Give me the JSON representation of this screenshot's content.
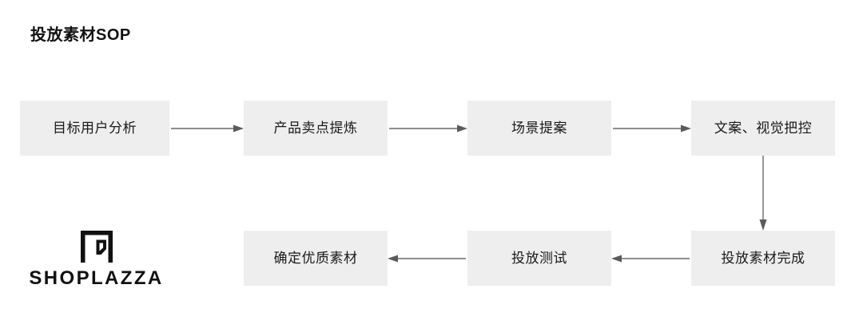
{
  "page": {
    "title": "投放素材SOP",
    "background_color": "#ffffff",
    "node_fill_color": "#eeeeee",
    "text_color": "#1a1a1a",
    "connector_color": "#6a6a6a"
  },
  "diagram": {
    "type": "flowchart",
    "orientation": "serpentine",
    "rows": 2,
    "nodes": [
      {
        "id": "n1",
        "label": "目标用户分析",
        "row": 1,
        "order": 1
      },
      {
        "id": "n2",
        "label": "产品卖点提炼",
        "row": 1,
        "order": 2
      },
      {
        "id": "n3",
        "label": "场景提案",
        "row": 1,
        "order": 3
      },
      {
        "id": "n4",
        "label": "文案、视觉把控",
        "row": 1,
        "order": 4
      },
      {
        "id": "n7",
        "label": "投放素材完成",
        "row": 2,
        "order": 5
      },
      {
        "id": "n6",
        "label": "投放测试",
        "row": 2,
        "order": 6
      },
      {
        "id": "n5",
        "label": "确定优质素材",
        "row": 2,
        "order": 7
      }
    ],
    "connectors": [
      {
        "from": "n1",
        "to": "n2",
        "direction": "right"
      },
      {
        "from": "n2",
        "to": "n3",
        "direction": "right"
      },
      {
        "from": "n3",
        "to": "n4",
        "direction": "right"
      },
      {
        "from": "n4",
        "to": "n7",
        "direction": "down"
      },
      {
        "from": "n7",
        "to": "n6",
        "direction": "left"
      },
      {
        "from": "n6",
        "to": "n5",
        "direction": "left"
      }
    ]
  },
  "brand": {
    "wordmark": "SHOPLAZZA",
    "mark_name": "shoplazza-arch-logo"
  }
}
